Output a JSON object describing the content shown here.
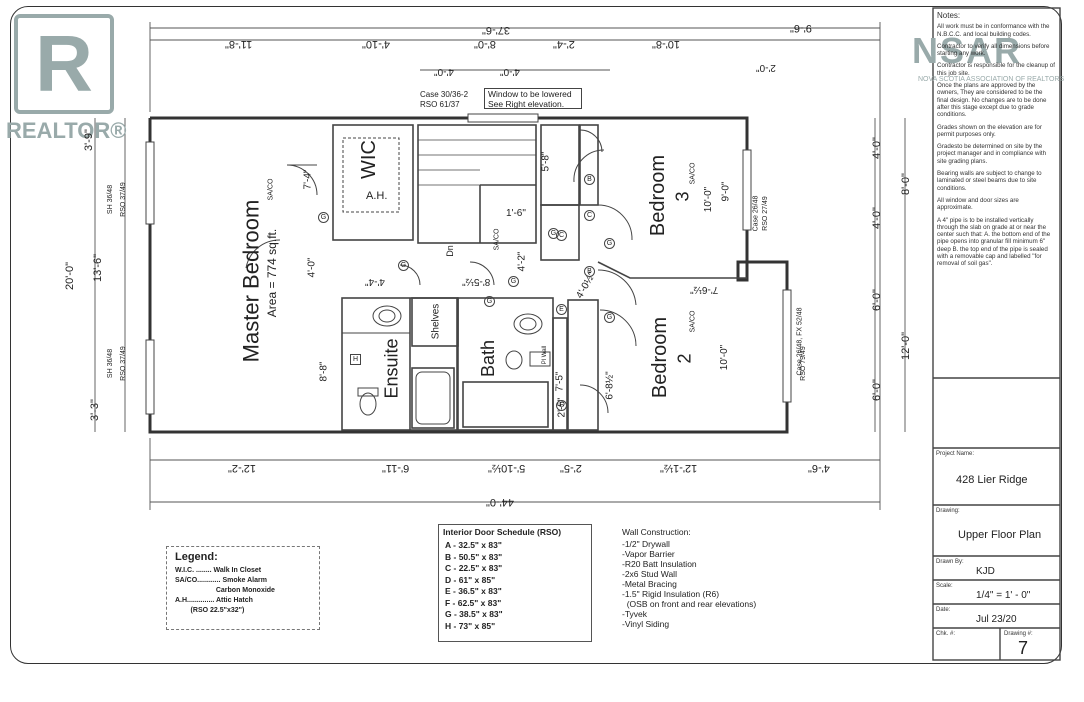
{
  "watermark": {
    "left_brand": "REALTOR®",
    "right_brand_top": "NSAR",
    "right_brand_sub": "NOVA SCOTIA ASSOCIATION OF REALTORS"
  },
  "dimensions": {
    "top": [
      "11'-8\"",
      "4'-10\"",
      "8'-0\"",
      "2'-4\"",
      "10'-8\"",
      "9'-6\"",
      "37'-6\"",
      "4'-0\"",
      "4'-0\"",
      "2'-0\""
    ],
    "bottom": [
      "12'-2\"",
      "6'-11\"",
      "5'-10½\"",
      "2'-5\"",
      "12'-1½\"",
      "4'-6\"",
      "44'-0\""
    ],
    "left": [
      "3'-9\"",
      "20'-0\"",
      "13'-6\"",
      "3'-3\""
    ],
    "right": [
      "4'-0\"",
      "8'-0\"",
      "4'-0\"",
      "6'-0\"",
      "12'-0\"",
      "6'-0\""
    ],
    "interior": [
      "7'-4\"",
      "4'-0\"",
      "4'-4\"",
      "8'-8\"",
      "8'-5½\"",
      "4'-2\"",
      "1'-6\"",
      "5'-8\"",
      "10'-0\"",
      "9'-0\"",
      "4'-0½\"",
      "7'-6½\"",
      "10'-0\"",
      "7'-5\"",
      "6'-8½\"",
      "2'-5\""
    ]
  },
  "window_notes": {
    "case_30": "Case 30/36-2",
    "rso_61": "RSO 61/37",
    "lowered_1": "Window to be lowered",
    "lowered_2": "See Right elevation.",
    "sh_top_1": "SH 36/48",
    "sh_top_2": "RSO 37/49",
    "sh_bot_1": "SH 36/48",
    "sh_bot_2": "RSO 37/49",
    "case_26": "Case 26/48",
    "rso_27": "RSO 27/49",
    "case_26b": "Case 26/48, FX 52/48",
    "rso_79": "RSO 79/49"
  },
  "rooms": {
    "master": "Master Bedroom",
    "master_area": "Area = 774 sq.ft.",
    "wic": "WIC",
    "ah": "A.H.",
    "ensuite": "Ensuite",
    "shelves": "Shelves",
    "bath": "Bath",
    "bed3": "Bedroom",
    "bed3_num": "3",
    "bed2": "Bedroom",
    "bed2_num": "2",
    "dn": "Dn",
    "saco": "SA/CO",
    "platwall": "Pl Wall"
  },
  "door_tags": [
    "G",
    "G",
    "G",
    "G",
    "G",
    "G",
    "G",
    "B",
    "B",
    "C",
    "C",
    "E",
    "H",
    "E"
  ],
  "notes": {
    "title": "Notes:",
    "items": [
      "All work must be in conformance with the N.B.C.C. and local building codes.",
      "Contractor to verify all dimensions before starting any work.",
      "Contractor is responsible for the cleanup of this job site.",
      "Once the plans are approved by the owners, They are considered to be the final design. No changes are to be done after this stage except due to grade conditions.",
      "Grades shown on the elevation are for permit purposes only.",
      "Gradesto be determined on site by the project manager and in compliance with site grading plans.",
      "Bearing walls are subject to change to laminated or steel beams due to site conditions.",
      "All window and door sizes are approximate.",
      "A 4\" pipe is to be installed vertically through the slab on grade at or near the center such that: A. the bottom end of the pipe opens into granular fill minimum 6\" deep B. the top end of the pipe is sealed with a removable cap and labelled \"for removal of soil gas\"."
    ]
  },
  "title_block": {
    "project_label": "Project Name:",
    "project": "428 Lier Ridge",
    "drawing_label": "Drawing:",
    "drawing": "Upper Floor Plan",
    "drawn_label": "Drawn By:",
    "drawn": "KJD",
    "scale_label": "Scale:",
    "scale": "1/4\" = 1' - 0\"",
    "date_label": "Date:",
    "date": "Jul 23/20",
    "chk_label": "Chk. #:",
    "drawing_no_label": "Drawing #:",
    "drawing_no": "7"
  },
  "legend": {
    "title": "Legend:",
    "rows": [
      "W.I.C. ........ Walk In Closet",
      "SA/CO............ Smoke Alarm",
      "                     Carbon Monoxide",
      "A.H.............. Attic Hatch",
      "        (RSO 22.5\"x32\")"
    ]
  },
  "door_schedule": {
    "title": "Interior Door Schedule (RSO)",
    "rows": [
      "A - 32.5\" x 83\"",
      "B - 50.5\" x 83\"",
      "C - 22.5\" x 83\"",
      "D - 61\" x 85\"",
      "E - 36.5\" x 83\"",
      "F - 62.5\" x 83\"",
      "G - 38.5\" x 83\"",
      "H - 73\" x 85\""
    ]
  },
  "wall_construction": {
    "title": "Wall Construction:",
    "rows": [
      "-1/2\" Drywall",
      "-Vapor Barrier",
      "-R20 Batt Insulation",
      "-2x6 Stud Wall",
      "-Metal Bracing",
      "-1.5\" Rigid Insulation (R6)",
      "  (OSB on front and rear elevations)",
      "-Tyvek",
      "-Vinyl Siding"
    ]
  }
}
